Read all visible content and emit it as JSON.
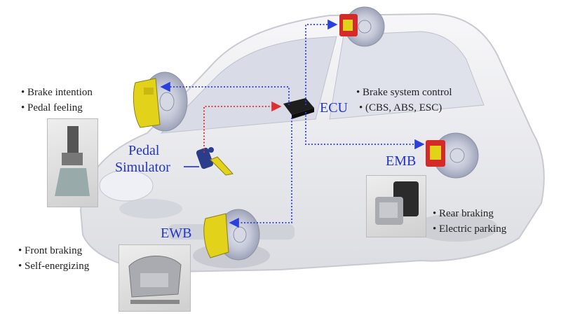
{
  "labels": {
    "ecu": "ECU",
    "pedal_simulator_line1": "Pedal",
    "pedal_simulator_line2": "Simulator",
    "emb": "EMB",
    "ewb": "EWB"
  },
  "notes": {
    "pedal": [
      "Brake intention",
      "Pedal feeling"
    ],
    "ecu": [
      "Brake system control",
      "(CBS, ABS, ESC)"
    ],
    "emb": [
      "Rear braking",
      "Electric parking"
    ],
    "ewb": [
      "Front braking",
      "Self-energizing"
    ]
  },
  "colors": {
    "label_blue": "#2233c9",
    "signal_blue": "#2a3fe0",
    "signal_red": "#e03030",
    "caliper_yellow": "#e3d21a",
    "caliper_red": "#d42a2a",
    "disc": "#c4c8d8"
  }
}
